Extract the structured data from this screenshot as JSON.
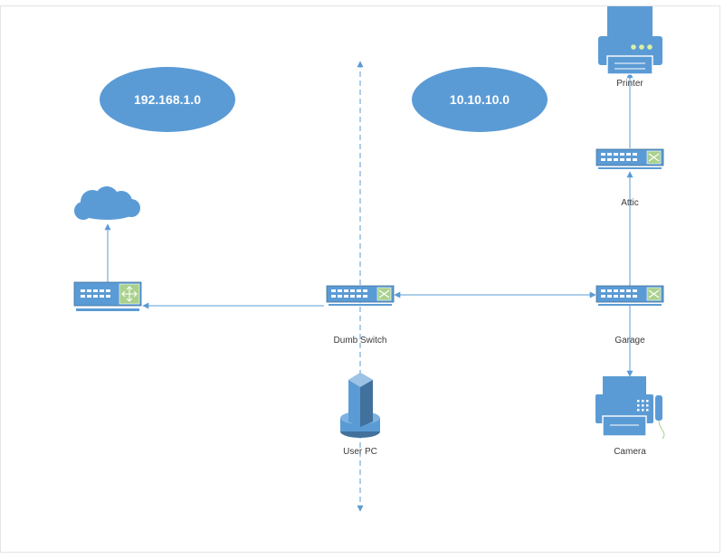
{
  "networks": {
    "left": "192.168.1.0",
    "right": "10.10.10.0"
  },
  "labels": {
    "printer": "Printer",
    "attic": "Attic",
    "dumb_switch": "Dumb Switch",
    "garage": "Garage",
    "user_pc": "User PC",
    "camera": "Camera"
  },
  "colors": {
    "device_blue": "#5b9bd5",
    "device_dark": "#41719c",
    "router_green": "#a9d18e",
    "line_blue": "#5b9bd5"
  },
  "icons": {
    "internet": "cloud-icon",
    "router": "router-icon",
    "switch": "switch-icon",
    "printer": "printer-icon",
    "pc": "pc-tower-icon",
    "camera": "fax-machine-icon"
  }
}
